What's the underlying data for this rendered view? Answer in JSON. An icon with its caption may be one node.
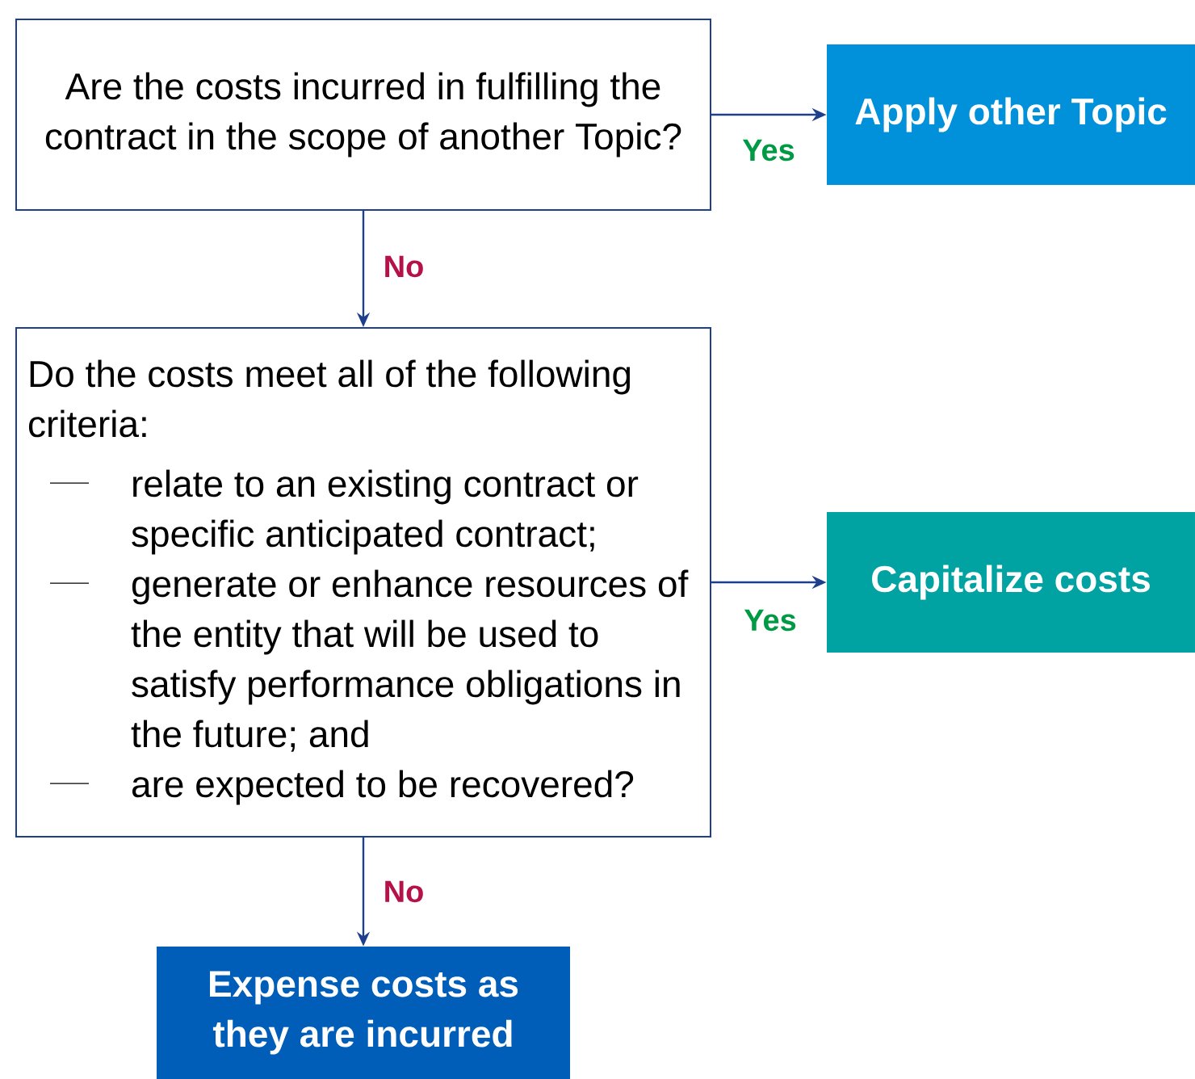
{
  "diagram": {
    "nodes": [
      {
        "text": [
          "Are the costs incurred in fulfilling the contract in the scope of another Topic?"
        ]
      },
      {
        "text": [
          "Apply other Topic"
        ]
      },
      {
        "text": [
          "Do the costs meet all of the following criteria:",
          "relate to an existing contract or specific anticipated contract;",
          "generate or enhance resources of the entity that will be used to satisfy performance obligations in the future; and",
          "are expected to be recovered?"
        ]
      },
      {
        "text": [
          "Capitalize costs"
        ]
      },
      {
        "text": [
          "Expense costs as they are incurred"
        ]
      }
    ],
    "edges": [
      {
        "from": 0,
        "to": 1,
        "arrow": "to",
        "label": "Yes"
      },
      {
        "from": 0,
        "to": 2,
        "arrow": "to",
        "label": "No"
      },
      {
        "from": 2,
        "to": 3,
        "arrow": "to",
        "label": "Yes"
      },
      {
        "from": 2,
        "to": 4,
        "arrow": "to",
        "label": "No"
      }
    ]
  }
}
